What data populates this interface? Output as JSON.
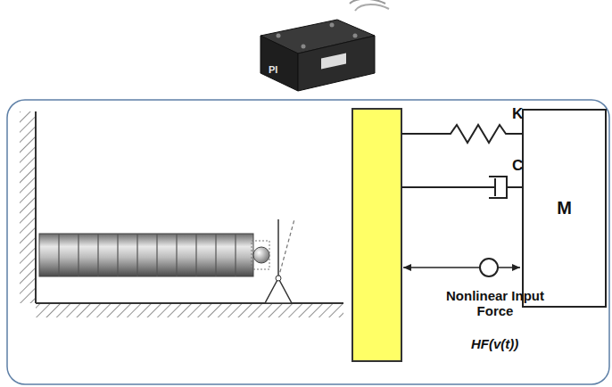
{
  "diagram": {
    "nodes": [
      {
        "text": [
          "M"
        ]
      }
    ],
    "labels": [
      "PI",
      "K",
      "C",
      "Nonlinear Input Force",
      "HF(v(t))"
    ]
  }
}
